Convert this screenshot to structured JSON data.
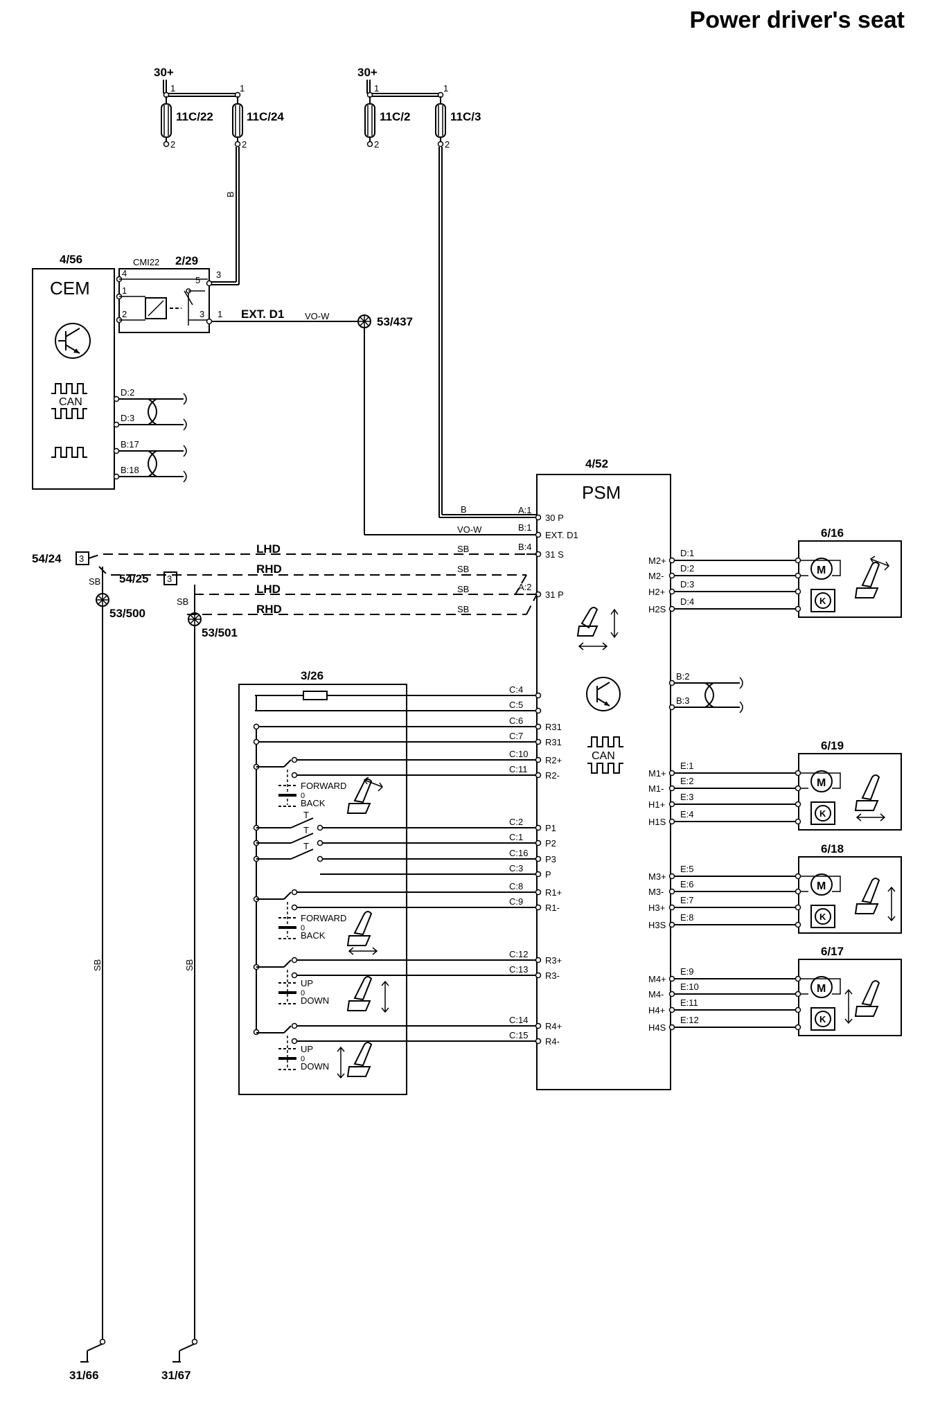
{
  "title": "Power driver's seat",
  "supply": {
    "left": {
      "label": "30+",
      "fuses": [
        "11C/22",
        "11C/24"
      ]
    },
    "right": {
      "label": "30+",
      "fuses": [
        "11C/2",
        "11C/3"
      ]
    },
    "pin1": "1",
    "pin2": "2"
  },
  "cem": {
    "id": "4/56",
    "name": "CEM",
    "bus_label": "CAN",
    "pins": [
      "D:2",
      "D:3",
      "B:17",
      "B:18"
    ]
  },
  "relay": {
    "id": "2/29",
    "connector": "CMI22",
    "pins": [
      "4",
      "1",
      "2",
      "5",
      "3",
      "3",
      "1"
    ]
  },
  "ext_line": {
    "label": "EXT. D1",
    "color": "VO-W",
    "splice": "53/437"
  },
  "wire_colors": {
    "b": "B",
    "vo_w": "VO-W",
    "sb": "SB"
  },
  "psm": {
    "id": "4/52",
    "name": "PSM",
    "bus_label": "CAN",
    "left_pins": [
      {
        "pin": "A:1",
        "name": "30 P"
      },
      {
        "pin": "B:1",
        "name": "EXT. D1"
      },
      {
        "pin": "B:4",
        "name": "31 S"
      },
      {
        "pin": "A:2",
        "name": "31 P"
      }
    ],
    "switch_pins": [
      {
        "pin": "C:4",
        "name": ""
      },
      {
        "pin": "C:5",
        "name": ""
      },
      {
        "pin": "C:6",
        "name": "R31"
      },
      {
        "pin": "C:7",
        "name": "R31"
      },
      {
        "pin": "C:10",
        "name": "R2+"
      },
      {
        "pin": "C:11",
        "name": "R2-"
      },
      {
        "pin": "C:2",
        "name": "P1"
      },
      {
        "pin": "C:1",
        "name": "P2"
      },
      {
        "pin": "C:16",
        "name": "P3"
      },
      {
        "pin": "C:3",
        "name": "P"
      },
      {
        "pin": "C:8",
        "name": "R1+"
      },
      {
        "pin": "C:9",
        "name": "R1-"
      },
      {
        "pin": "C:12",
        "name": "R3+"
      },
      {
        "pin": "C:13",
        "name": "R3-"
      },
      {
        "pin": "C:14",
        "name": "R4+"
      },
      {
        "pin": "C:15",
        "name": "R4-"
      }
    ],
    "can_pins": [
      "B:2",
      "B:3"
    ]
  },
  "ground_lines": [
    {
      "switch": "54/24",
      "pin": "3",
      "splice": "53/500",
      "ground": "31/66",
      "lhd": "LHD",
      "rhd": "RHD",
      "color": "SB"
    },
    {
      "switch": "54/25",
      "pin": "3",
      "splice": "53/501",
      "ground": "31/67",
      "lhd": "LHD",
      "rhd": "RHD",
      "color": "SB"
    }
  ],
  "switch_unit": {
    "id": "3/26",
    "groups": [
      {
        "labels": [
          "FORWARD",
          "0",
          "BACK"
        ]
      },
      {
        "labels": [
          "FORWARD",
          "0",
          "BACK"
        ]
      },
      {
        "labels": [
          "UP",
          "0",
          "DOWN"
        ]
      },
      {
        "labels": [
          "UP",
          "0",
          "DOWN"
        ]
      }
    ],
    "mem_marks": [
      "T",
      "T",
      "T"
    ]
  },
  "motors": [
    {
      "id": "6/16",
      "pins": [
        {
          "label": "M2+",
          "pin": "D:1"
        },
        {
          "label": "M2-",
          "pin": "D:2"
        },
        {
          "label": "H2+",
          "pin": "D:3"
        },
        {
          "label": "H2S",
          "pin": "D:4"
        }
      ]
    },
    {
      "id": "6/19",
      "pins": [
        {
          "label": "M1+",
          "pin": "E:1"
        },
        {
          "label": "M1-",
          "pin": "E:2"
        },
        {
          "label": "H1+",
          "pin": "E:3"
        },
        {
          "label": "H1S",
          "pin": "E:4"
        }
      ]
    },
    {
      "id": "6/18",
      "pins": [
        {
          "label": "M3+",
          "pin": "E:5"
        },
        {
          "label": "M3-",
          "pin": "E:6"
        },
        {
          "label": "H3+",
          "pin": "E:7"
        },
        {
          "label": "H3S",
          "pin": "E:8"
        }
      ]
    },
    {
      "id": "6/17",
      "pins": [
        {
          "label": "M4+",
          "pin": "E:9"
        },
        {
          "label": "M4-",
          "pin": "E:10"
        },
        {
          "label": "H4+",
          "pin": "E:11"
        },
        {
          "label": "H4S",
          "pin": "E:12"
        }
      ]
    }
  ],
  "motor_symbol": "M",
  "sensor_symbol": "K"
}
